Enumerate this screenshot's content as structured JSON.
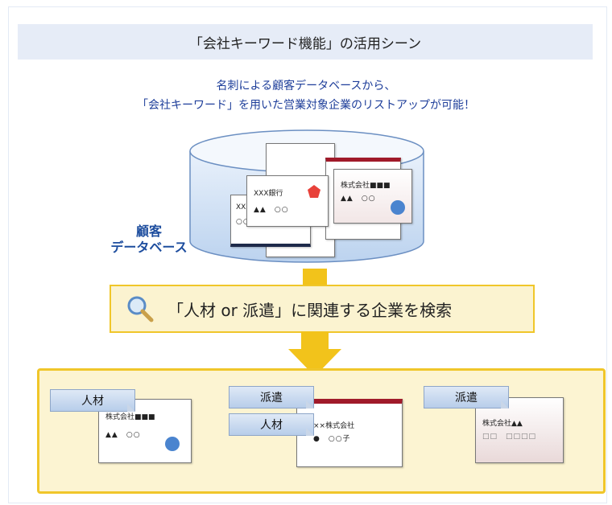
{
  "title": "「会社キーワード機能」の活用シーン",
  "description": {
    "line1": "名刺による顧客データベースから、",
    "line2": "「会社キーワード」を用いた営業対象企業のリストアップが可能！"
  },
  "database": {
    "label_line1": "顧客",
    "label_line2": "データベース",
    "cards": [
      {
        "name": "XXX銀行",
        "sub": "▲▲　○○"
      },
      {
        "name": "XXX",
        "sub": "○○"
      },
      {
        "name": "株式会社■■■",
        "sub": "▲▲　○○"
      }
    ]
  },
  "search": {
    "icon": "magnifier-icon",
    "text": "「人材 or 派遣」に関連する企業を検索"
  },
  "results": [
    {
      "tags": [
        "人材"
      ],
      "name": "株式会社■■■",
      "sub": "▲▲　○○"
    },
    {
      "tags": [
        "派遣",
        "人材"
      ],
      "name": "××株式会社",
      "sub": "●　○○子"
    },
    {
      "tags": [
        "派遣"
      ],
      "name": "株式会社▲▲",
      "sub": "□□　□□□□"
    }
  ],
  "colors": {
    "accent_yellow": "#f2c31b",
    "db_blue": "#cfe0f5",
    "title_blue": "#1e3e9a",
    "dot_blue": "#4a84cf",
    "pentagon_red": "#e8413a"
  }
}
